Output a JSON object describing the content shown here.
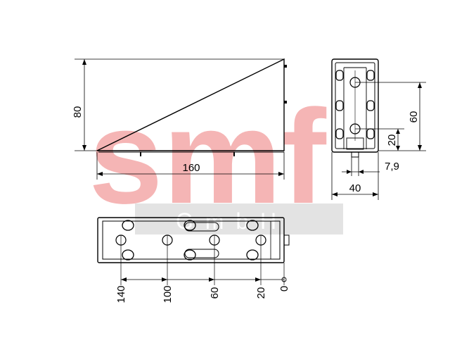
{
  "watermark": {
    "text": "smf",
    "subtext": "G m b H",
    "color": "#f5b5b5",
    "band_color": "#e3e3e3"
  },
  "side_view": {
    "height_label": "80",
    "length_label": "160"
  },
  "end_view": {
    "height_60": "60",
    "height_20": "20",
    "offset_label": "7,9",
    "width_label": "40"
  },
  "top_view": {
    "positions": [
      "140",
      "100",
      "60",
      "20",
      "0"
    ]
  },
  "colors": {
    "ink": "#000000",
    "watermark": "#f5b5b5"
  }
}
